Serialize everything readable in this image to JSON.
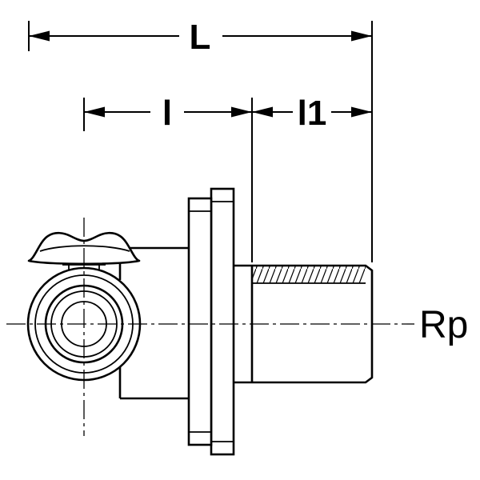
{
  "drawing": {
    "type": "technical-dimension-drawing",
    "labels": {
      "dim_overall_length": "L",
      "dim_body_length": "l",
      "dim_thread_length": "l1",
      "thread_designation": "Rp"
    },
    "colors": {
      "line": "#000000",
      "background": "#ffffff"
    }
  }
}
